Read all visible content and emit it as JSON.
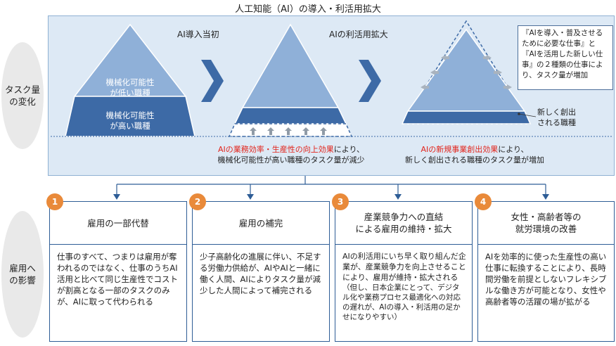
{
  "title": "人工知能（AI）の導入・利活用拡大",
  "side_labels": {
    "task": [
      "タスク量",
      "の変化"
    ],
    "employment": [
      "雇用へ",
      "の影響"
    ]
  },
  "stages": {
    "stage1": "AI導入当初",
    "stage2": "AIの利活用拡大"
  },
  "pyramid1": {
    "upper": [
      "機械化可能性",
      "が低い職種"
    ],
    "lower": [
      "機械化可能性",
      "が高い職種"
    ]
  },
  "callout": "『AIを導入・普及させるために必要な仕事』と『AIを活用した新しい仕事』の２種類の仕事により、タスク量が増加",
  "new_jobs": [
    "新しく創出",
    "される職種"
  ],
  "caption1": {
    "highlight": "AIの業務効率・生産性の向上効果",
    "rest1": "により、",
    "line2": "機械化可能性が高い職種のタスク量が減少"
  },
  "caption2": {
    "highlight": "AIの新規事業創出効果",
    "rest1": "により、",
    "line2": "新しく創出される職種のタスク量が増加"
  },
  "boxes": [
    {
      "number": "1",
      "title": [
        "雇用の一部代替"
      ],
      "body": "仕事のすべて、つまりは雇用が奪われるのではなく、仕事のうちAI活用と比べて同じ生産性でコストが割高となる一部のタスクのみが、AIに取って代わられる"
    },
    {
      "number": "2",
      "title": [
        "雇用の補完"
      ],
      "body": "少子高齢化の進展に伴い、不足する労働力供給が、AIやAIと一緒に働く人間、AIによりタスク量が減少した人間によって補完される"
    },
    {
      "number": "3",
      "title": [
        "産業競争力への直結",
        "による雇用の維持・拡大"
      ],
      "body": "AIの利活用にいち早く取り組んだ企業が、産業競争力を向上させることにより、雇用が維持・拡大される",
      "note": "（但し、日本企業にとって、デジタル化や業務プロセス最適化への対応の遅れが、AIの導入・利活用の足かせになりやすい）"
    },
    {
      "number": "4",
      "title": [
        "女性・高齢者等の",
        "就労環境の改善"
      ],
      "body": "AIを効率的に使った生産性の高い仕事に転換することにより、長時間労働を前提としないフレキシブルな働き方が可能となり、女性や高齢者等の活躍の場が拡がる"
    }
  ],
  "colors": {
    "panel_bg": "#dde9f5",
    "pyramid_light": "#8fb0d8",
    "pyramid_dark": "#3d6aa6",
    "accent_red": "#e2231a",
    "number_orange": "#e98a3a",
    "border_blue": "#2e5d96"
  }
}
